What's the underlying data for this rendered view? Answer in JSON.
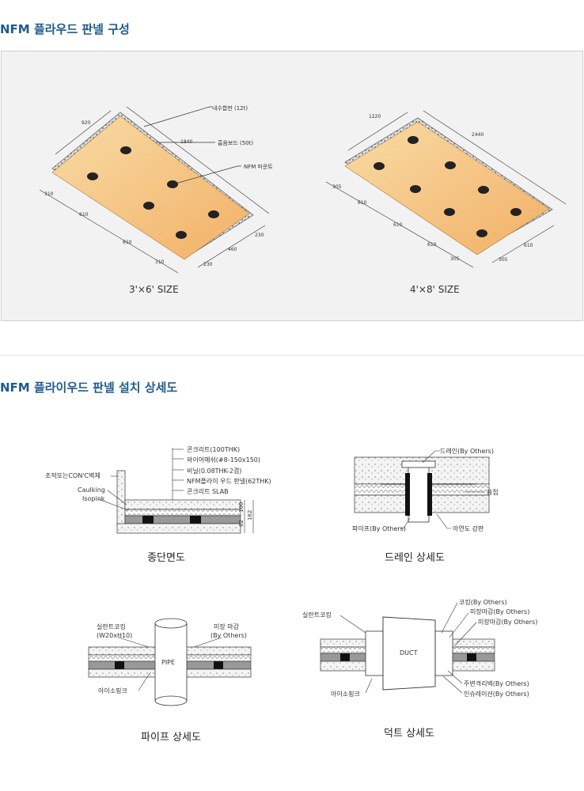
{
  "section1": {
    "title": "NFM 플라우드 판넬 구성"
  },
  "section2": {
    "title": "NFM 플라이우드 판넬 설치 상세도"
  },
  "panel_small": {
    "size_label": "3'×6'   SIZE",
    "layers": [
      "내수합판 (12t)",
      "흡음보드 (50t)",
      "NFM 마운트"
    ],
    "dims": {
      "width": "920",
      "length": "1840",
      "left_a": "310",
      "left_b": "610",
      "left_c": "610",
      "left_d": "310",
      "right_a": "230",
      "right_b": "460",
      "right_c": "230"
    }
  },
  "panel_large": {
    "size_label": "4'×8'   SIZE",
    "dims": {
      "width": "1220",
      "length": "2440",
      "left_a": "305",
      "left_b": "610",
      "left_c": "610",
      "left_d": "610",
      "left_e": "305",
      "right_a": "305",
      "right_b": "610"
    }
  },
  "section_long": {
    "caption": "종단면도",
    "labels_right": [
      "콘크리트(100THK)",
      "와이어메쉬(#8-150x150)",
      "비닐(0.08THK-2겹)",
      "NFM플라이 우드 판넬(62THK)",
      "콘크리트 SLAB"
    ],
    "labels_left": [
      "조적또는CON'C벽체",
      "Caulking",
      "Isopink"
    ],
    "dim_a": "62",
    "dim_b": "100",
    "dim_total": "162"
  },
  "section_drain": {
    "caption": "드레인 상세도",
    "labels": [
      "드레인(By Others)",
      "용접",
      "파이프(By Others)",
      "아연도 강판"
    ]
  },
  "section_pipe": {
    "caption": "파이프 상세도",
    "labels": [
      "실란트코킹",
      "(W20xH10)",
      "미장 마감",
      "(By Others)",
      "아이소핑크"
    ],
    "inner": "PIPE"
  },
  "section_duct": {
    "caption": "덕트 상세도",
    "labels": [
      "실란트코킹",
      "코킹(By Others)",
      "미장마감(By Others)",
      "미장마감(By Others)",
      "아이소핑크",
      "주변격리벽(By Others)",
      "인슈레이션(By Others)"
    ],
    "inner": "DUCT"
  },
  "colors": {
    "accent": "#1f5a8c",
    "panel": "#f6c77a",
    "panel_edge": "#f0a860"
  }
}
